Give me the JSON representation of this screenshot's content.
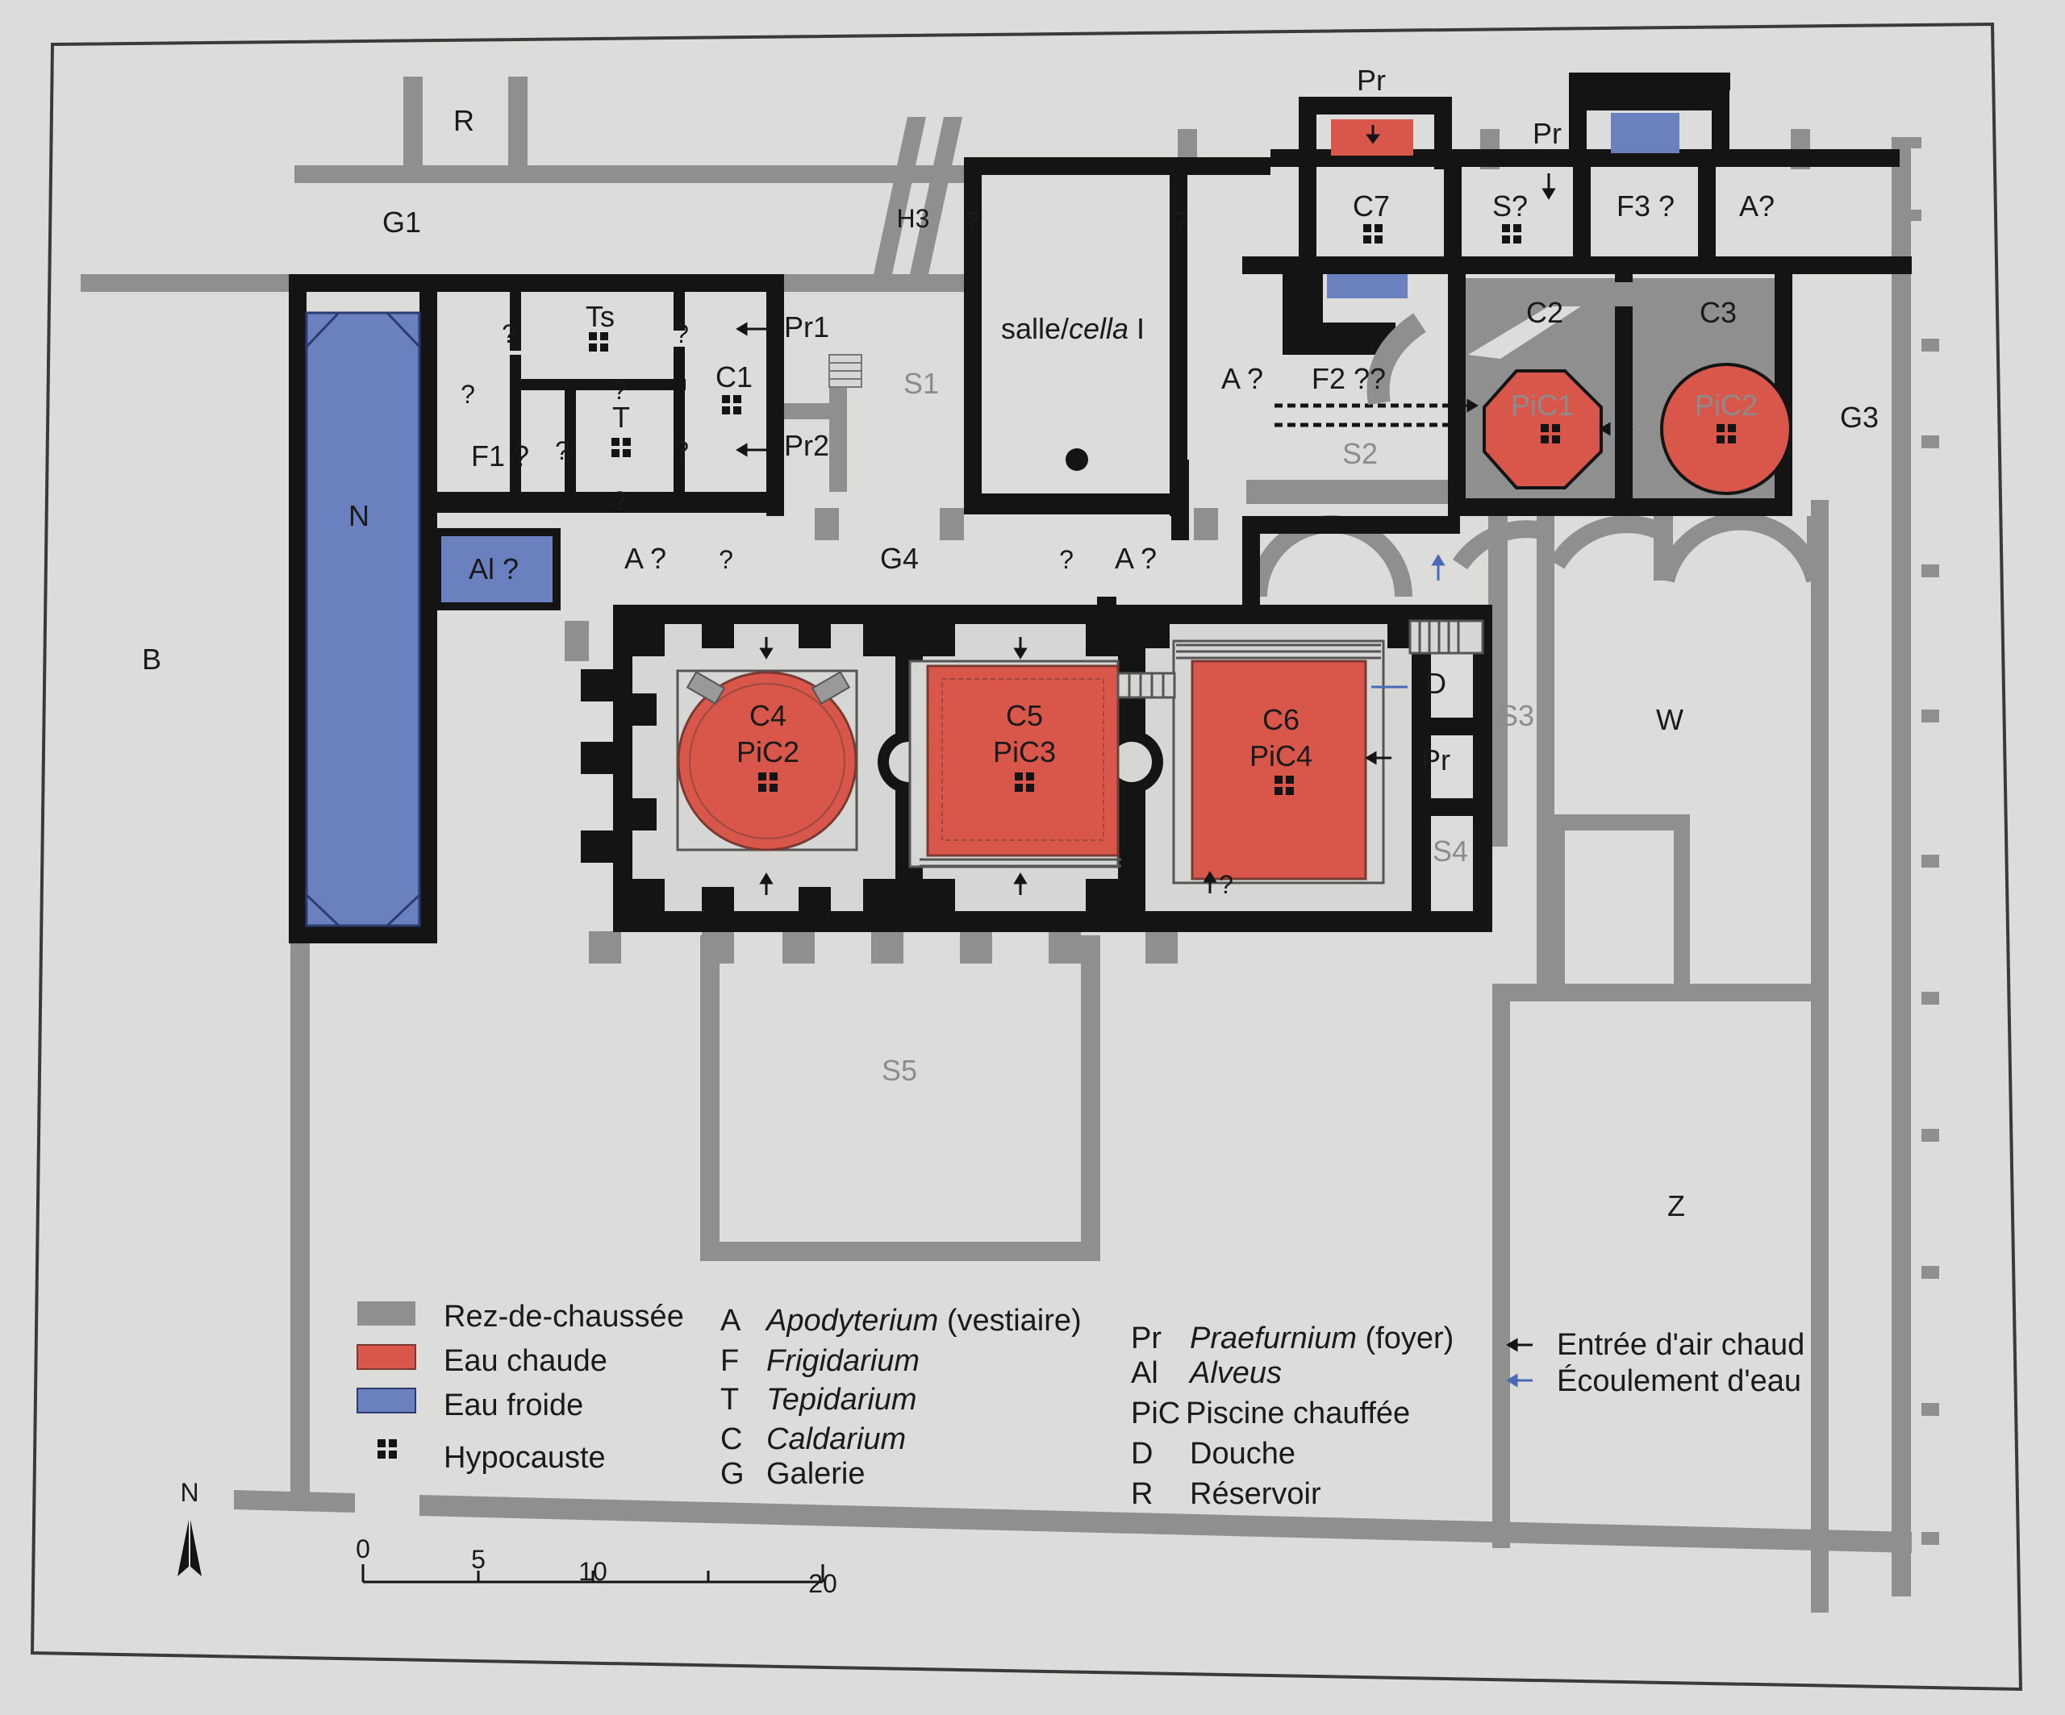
{
  "colors": {
    "paper": "#dcdcda",
    "wall": "#141414",
    "ground_floor": "#8f8f8f",
    "hot_water": "#d9574a",
    "cold_water": "#6a80bf",
    "room_fill": "#d6d6d4"
  },
  "room_labels": {
    "R": "R",
    "G1": "G1",
    "H3": "H3",
    "salle": "salle/",
    "cella": "cella",
    "salle_num": " I",
    "Ts": "Ts",
    "T": "T",
    "C1": "C1",
    "F1": "F1 ?",
    "Pr1": "Pr1",
    "Pr2": "Pr2",
    "S1": "S1",
    "N": "N",
    "Al": "Al ?",
    "A1": "A ?",
    "G4": "G4",
    "A2": "A ?",
    "A3": "A ?",
    "F2": "F2 ??",
    "S2": "S2",
    "PrTop1": "Pr",
    "PrTop2": "Pr",
    "C7": "C7",
    "S_q": "S?",
    "F3": "F3 ?",
    "A4": "A?",
    "C2": "C2",
    "C3": "C3",
    "PiC1": "PiC1",
    "PiC2_right": "PiC2",
    "G3": "G3",
    "B": "B",
    "C4": "C4",
    "PiC2": "PiC2",
    "C5": "C5",
    "PiC3": "PiC3",
    "C6": "C6",
    "PiC4": "PiC4",
    "D": "D",
    "Pr_right": "Pr",
    "S3": "S3",
    "S4": "S4",
    "W": "W",
    "Z": "Z",
    "S5": "S5",
    "q": "?",
    "q_arrow": "?"
  },
  "legend": {
    "colors": [
      {
        "label": "Rez-de-chaussée",
        "icon": "grey-swatch"
      },
      {
        "label": "Eau chaude",
        "icon": "red-swatch"
      },
      {
        "label": "Eau froide",
        "icon": "blue-swatch"
      },
      {
        "label": "Hypocauste",
        "icon": "hypocaust-icon"
      }
    ],
    "abbrev_col1": [
      {
        "key": "A",
        "term": "Apodyterium",
        "extra": " (vestiaire)"
      },
      {
        "key": "F",
        "term": "Frigidarium",
        "extra": ""
      },
      {
        "key": "T",
        "term": "Tepidarium",
        "extra": ""
      },
      {
        "key": "C",
        "term": "Caldarium",
        "extra": ""
      },
      {
        "key": "G",
        "term": "Galerie",
        "extra": ""
      }
    ],
    "abbrev_col2": [
      {
        "key": "Pr",
        "term": "Praefurnium",
        "extra": " (foyer)"
      },
      {
        "key": "Al",
        "term": "Alveus",
        "extra": ""
      },
      {
        "key": "PiC",
        "term": "Piscine chauffée",
        "extra": ""
      },
      {
        "key": "D",
        "term": "Douche",
        "extra": ""
      },
      {
        "key": "R",
        "term": "Réservoir",
        "extra": ""
      }
    ],
    "arrows": [
      {
        "label": "Entrée d'air chaud",
        "icon": "black-arrow-icon"
      },
      {
        "label": "Écoulement d'eau",
        "icon": "blue-arrow-icon"
      }
    ]
  },
  "north": "N",
  "scale": {
    "ticks": [
      "0",
      "5",
      "10",
      "20"
    ]
  }
}
